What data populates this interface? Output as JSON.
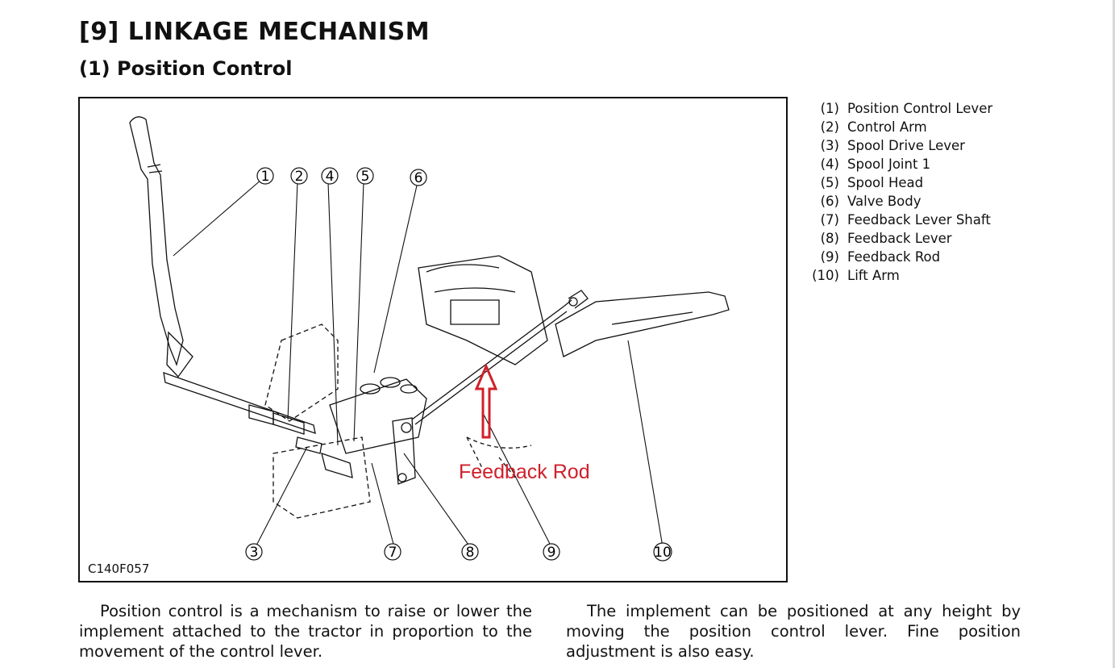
{
  "section_title": "[9]  LINKAGE  MECHANISM",
  "subsection_title": "(1) Position Control",
  "figure": {
    "code": "C140F057",
    "annotation": "Feedback Rod",
    "callouts": [
      "1",
      "2",
      "3",
      "4",
      "5",
      "6",
      "7",
      "8",
      "9",
      "10"
    ]
  },
  "legend": [
    {
      "num": "(1)",
      "label": "Position Control Lever"
    },
    {
      "num": "(2)",
      "label": "Control Arm"
    },
    {
      "num": "(3)",
      "label": "Spool Drive Lever"
    },
    {
      "num": "(4)",
      "label": "Spool Joint 1"
    },
    {
      "num": "(5)",
      "label": "Spool Head"
    },
    {
      "num": "(6)",
      "label": "Valve Body"
    },
    {
      "num": "(7)",
      "label": "Feedback Lever Shaft"
    },
    {
      "num": "(8)",
      "label": "Feedback Lever"
    },
    {
      "num": "(9)",
      "label": "Feedback Rod"
    },
    {
      "num": "(10)",
      "label": "Lift Arm"
    }
  ],
  "paragraphs": {
    "left": "Position control is a mechanism to raise or lower the implement attached to the tractor in proportion to the movement of the control lever.",
    "right": "The implement can be positioned at any height by moving the position control lever.  Fine position adjustment is also easy."
  },
  "colors": {
    "annotation": "#d0202a",
    "ink": "#111111"
  }
}
